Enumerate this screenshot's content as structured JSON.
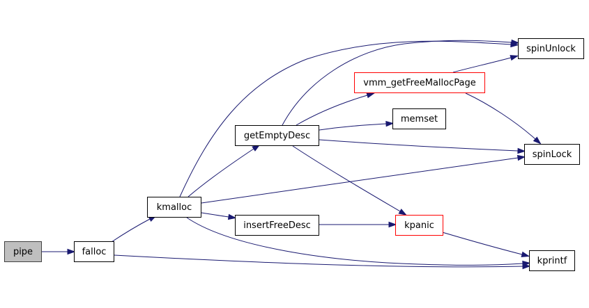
{
  "graph": {
    "edge_color": "#191970",
    "node_border_color": "#000000",
    "truncated_border_color": "#ff0000",
    "current_node_fill": "#bfbfbf",
    "nodes": {
      "pipe": "pipe",
      "falloc": "falloc",
      "kmalloc": "kmalloc",
      "getEmptyDesc": "getEmptyDesc",
      "insertFreeDesc": "insertFreeDesc",
      "vmm_getFreeMallocPage": "vmm_getFreeMallocPage",
      "memset": "memset",
      "kpanic": "kpanic",
      "spinUnlock": "spinUnlock",
      "spinLock": "spinLock",
      "kprintf": "kprintf"
    },
    "edges": [
      [
        "pipe",
        "falloc"
      ],
      [
        "falloc",
        "kmalloc"
      ],
      [
        "falloc",
        "kprintf"
      ],
      [
        "kmalloc",
        "getEmptyDesc"
      ],
      [
        "kmalloc",
        "insertFreeDesc"
      ],
      [
        "kmalloc",
        "spinUnlock"
      ],
      [
        "kmalloc",
        "spinLock"
      ],
      [
        "kmalloc",
        "kprintf"
      ],
      [
        "getEmptyDesc",
        "vmm_getFreeMallocPage"
      ],
      [
        "getEmptyDesc",
        "memset"
      ],
      [
        "getEmptyDesc",
        "spinUnlock"
      ],
      [
        "getEmptyDesc",
        "spinLock"
      ],
      [
        "getEmptyDesc",
        "kpanic"
      ],
      [
        "vmm_getFreeMallocPage",
        "spinUnlock"
      ],
      [
        "vmm_getFreeMallocPage",
        "spinLock"
      ],
      [
        "insertFreeDesc",
        "kpanic"
      ],
      [
        "kpanic",
        "kprintf"
      ]
    ]
  }
}
